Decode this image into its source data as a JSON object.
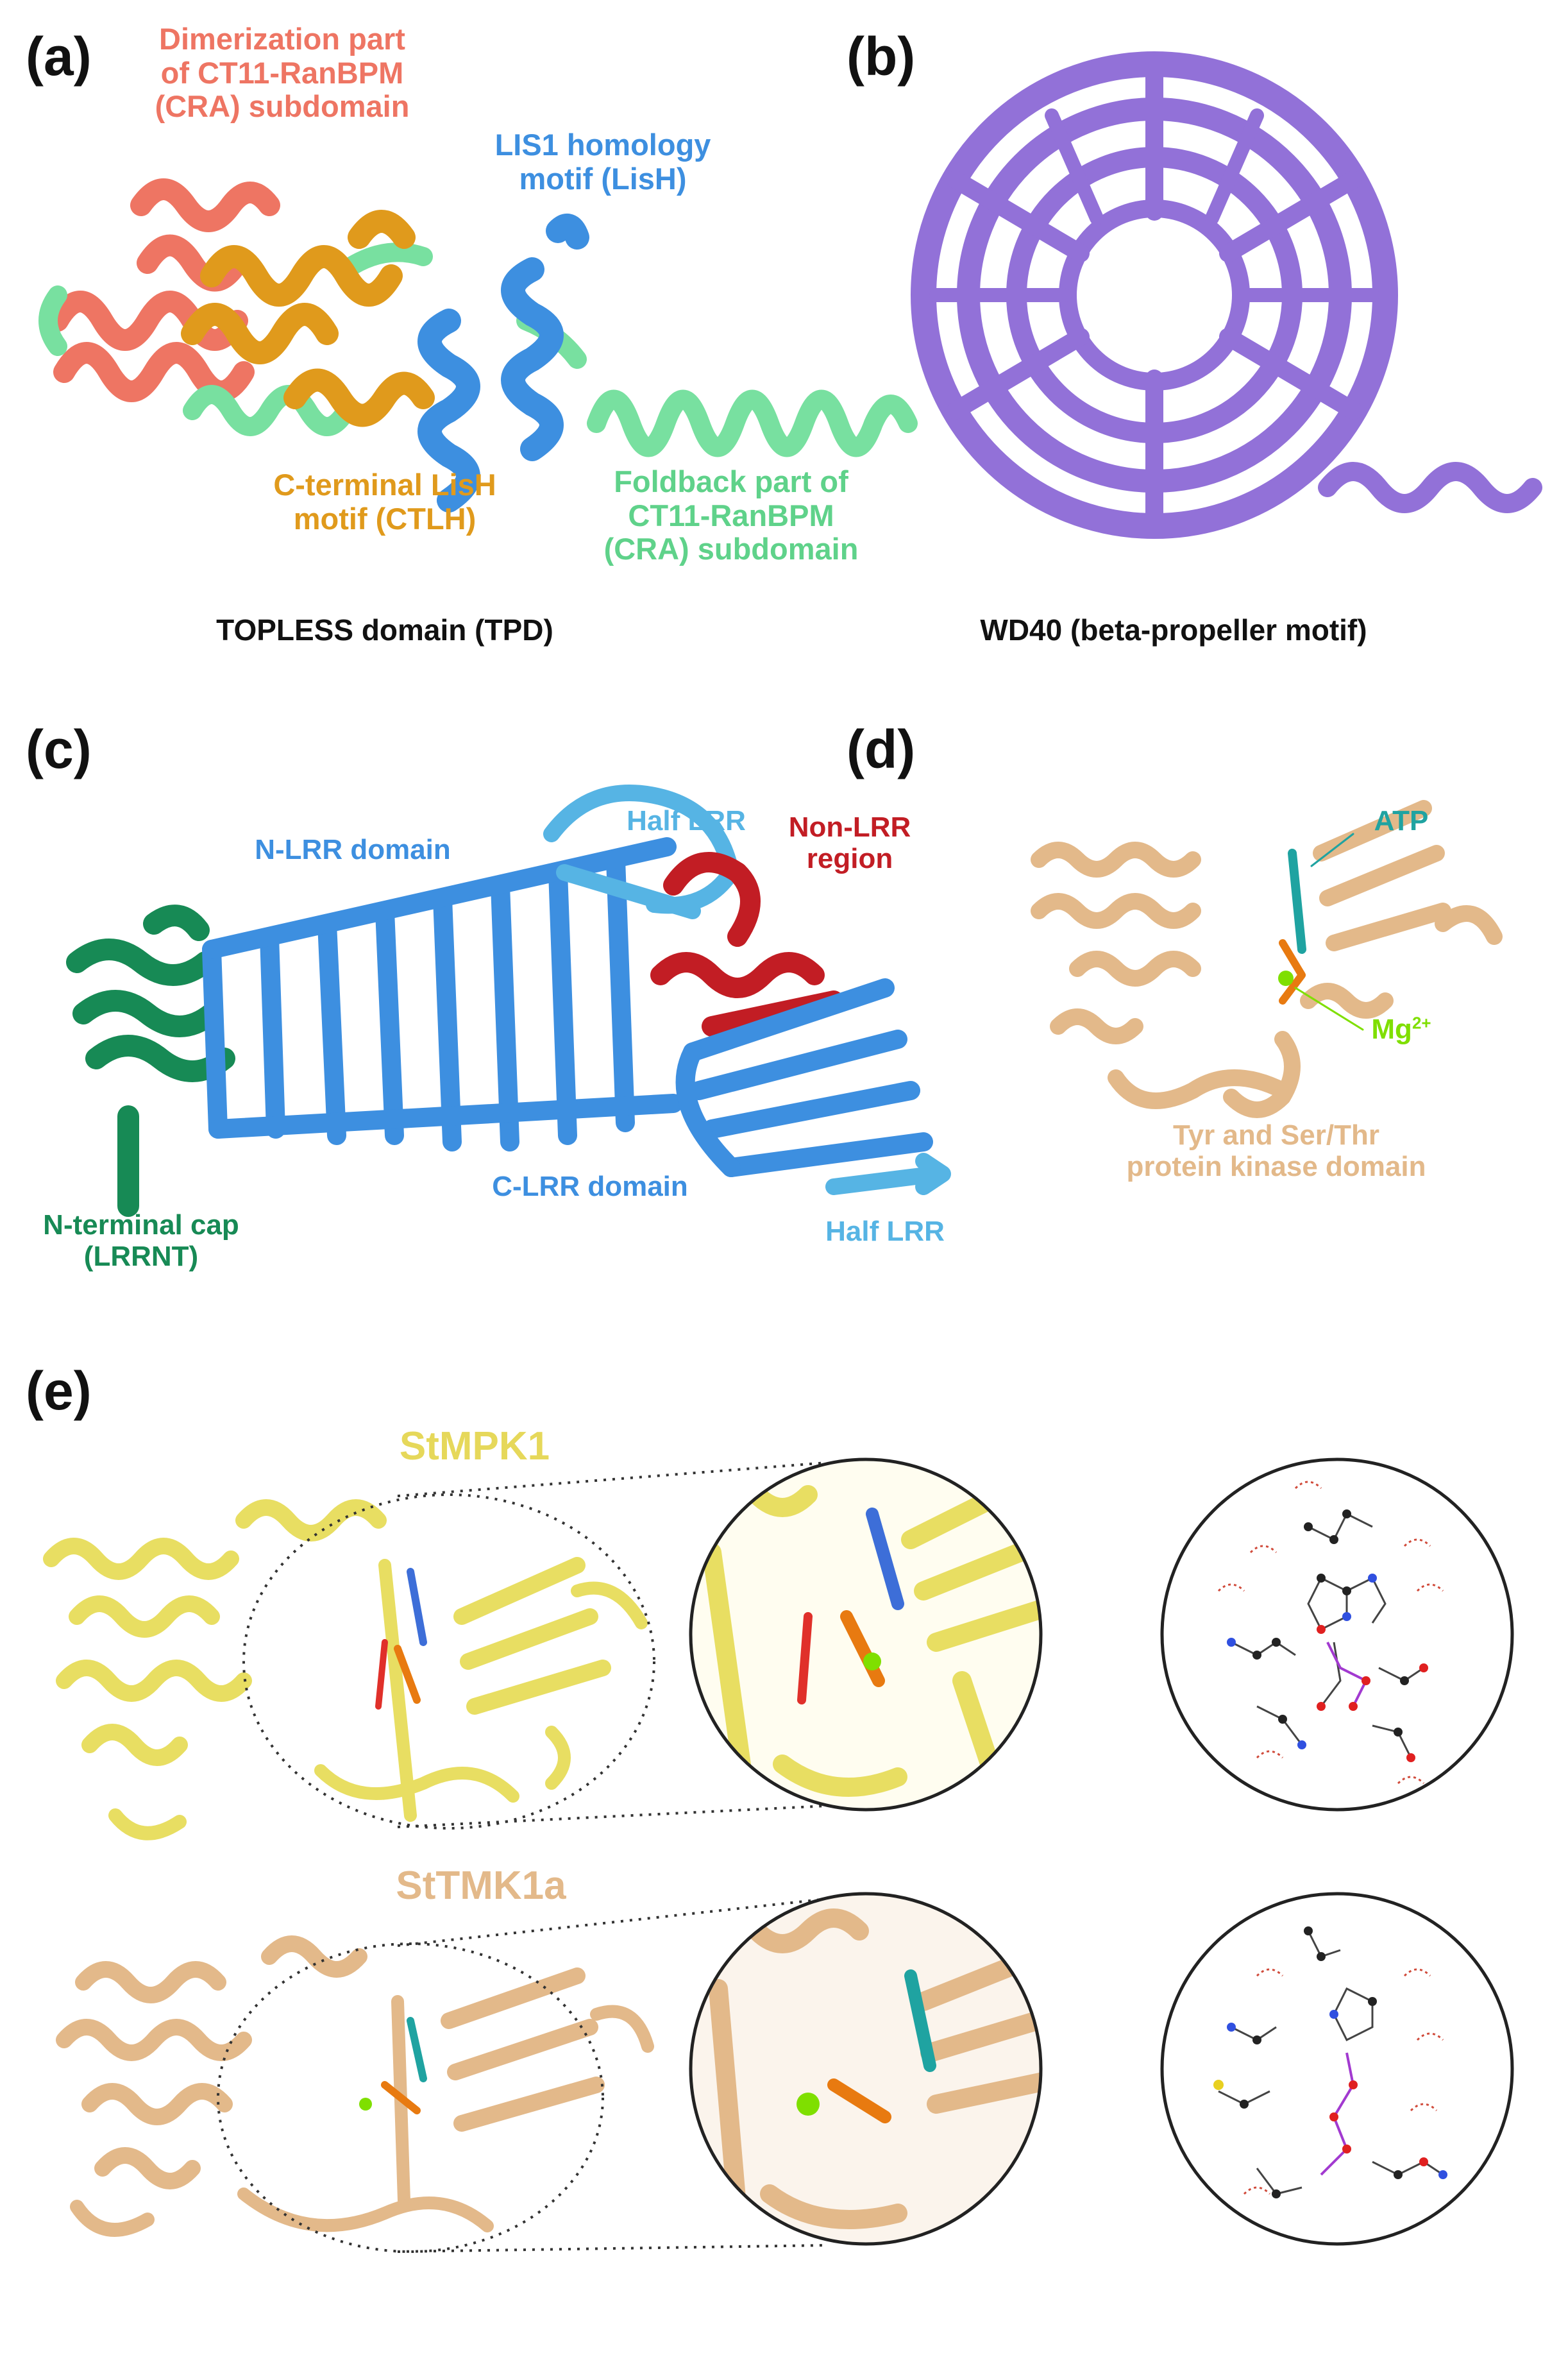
{
  "panels": {
    "a": {
      "letter": "(a)",
      "caption": "TOPLESS domain (TPD)",
      "labels": {
        "cra_dimer": "Dimerization part\nof CT11-RanBPM\n(CRA) subdomain",
        "lish": "LIS1 homology\nmotif (LisH)",
        "ctlh": "C-terminal LisH\nmotif (CTLH)",
        "cra_foldback": "Foldback part of\nCT11-RanBPM\n(CRA) subdomain"
      }
    },
    "b": {
      "letter": "(b)",
      "caption": "WD40 (beta-propeller motif)"
    },
    "c": {
      "letter": "(c)",
      "labels": {
        "n_lrr": "N-LRR domain",
        "half_lrr_top": "Half LRR",
        "non_lrr": "Non-LRR\nregion",
        "n_cap": "N-terminal cap\n(LRRNT)",
        "c_lrr": "C-LRR domain",
        "half_lrr_bottom": "Half LRR"
      }
    },
    "d": {
      "letter": "(d)",
      "labels": {
        "atp": "ATP",
        "mg": "Mg",
        "mg_sup": "2+",
        "kinase": "Tyr and Ser/Thr\nprotein kinase domain"
      }
    },
    "e": {
      "letter": "(e)",
      "labels": {
        "mpk1": "StMPK1",
        "tmk1a": "StTMK1a"
      }
    }
  },
  "colors": {
    "salmon": "#ee7563",
    "orange": "#e09a1c",
    "lightgreen": "#78e0a0",
    "blue": "#3d8fe0",
    "purple": "#9271d8",
    "darkgreen": "#178a55",
    "lightblue": "#56b4e4",
    "red": "#c21d24",
    "tan": "#e3b98a",
    "yellow": "#e8de62",
    "teal": "#1fa3a1",
    "limegreen": "#7fdf00"
  }
}
